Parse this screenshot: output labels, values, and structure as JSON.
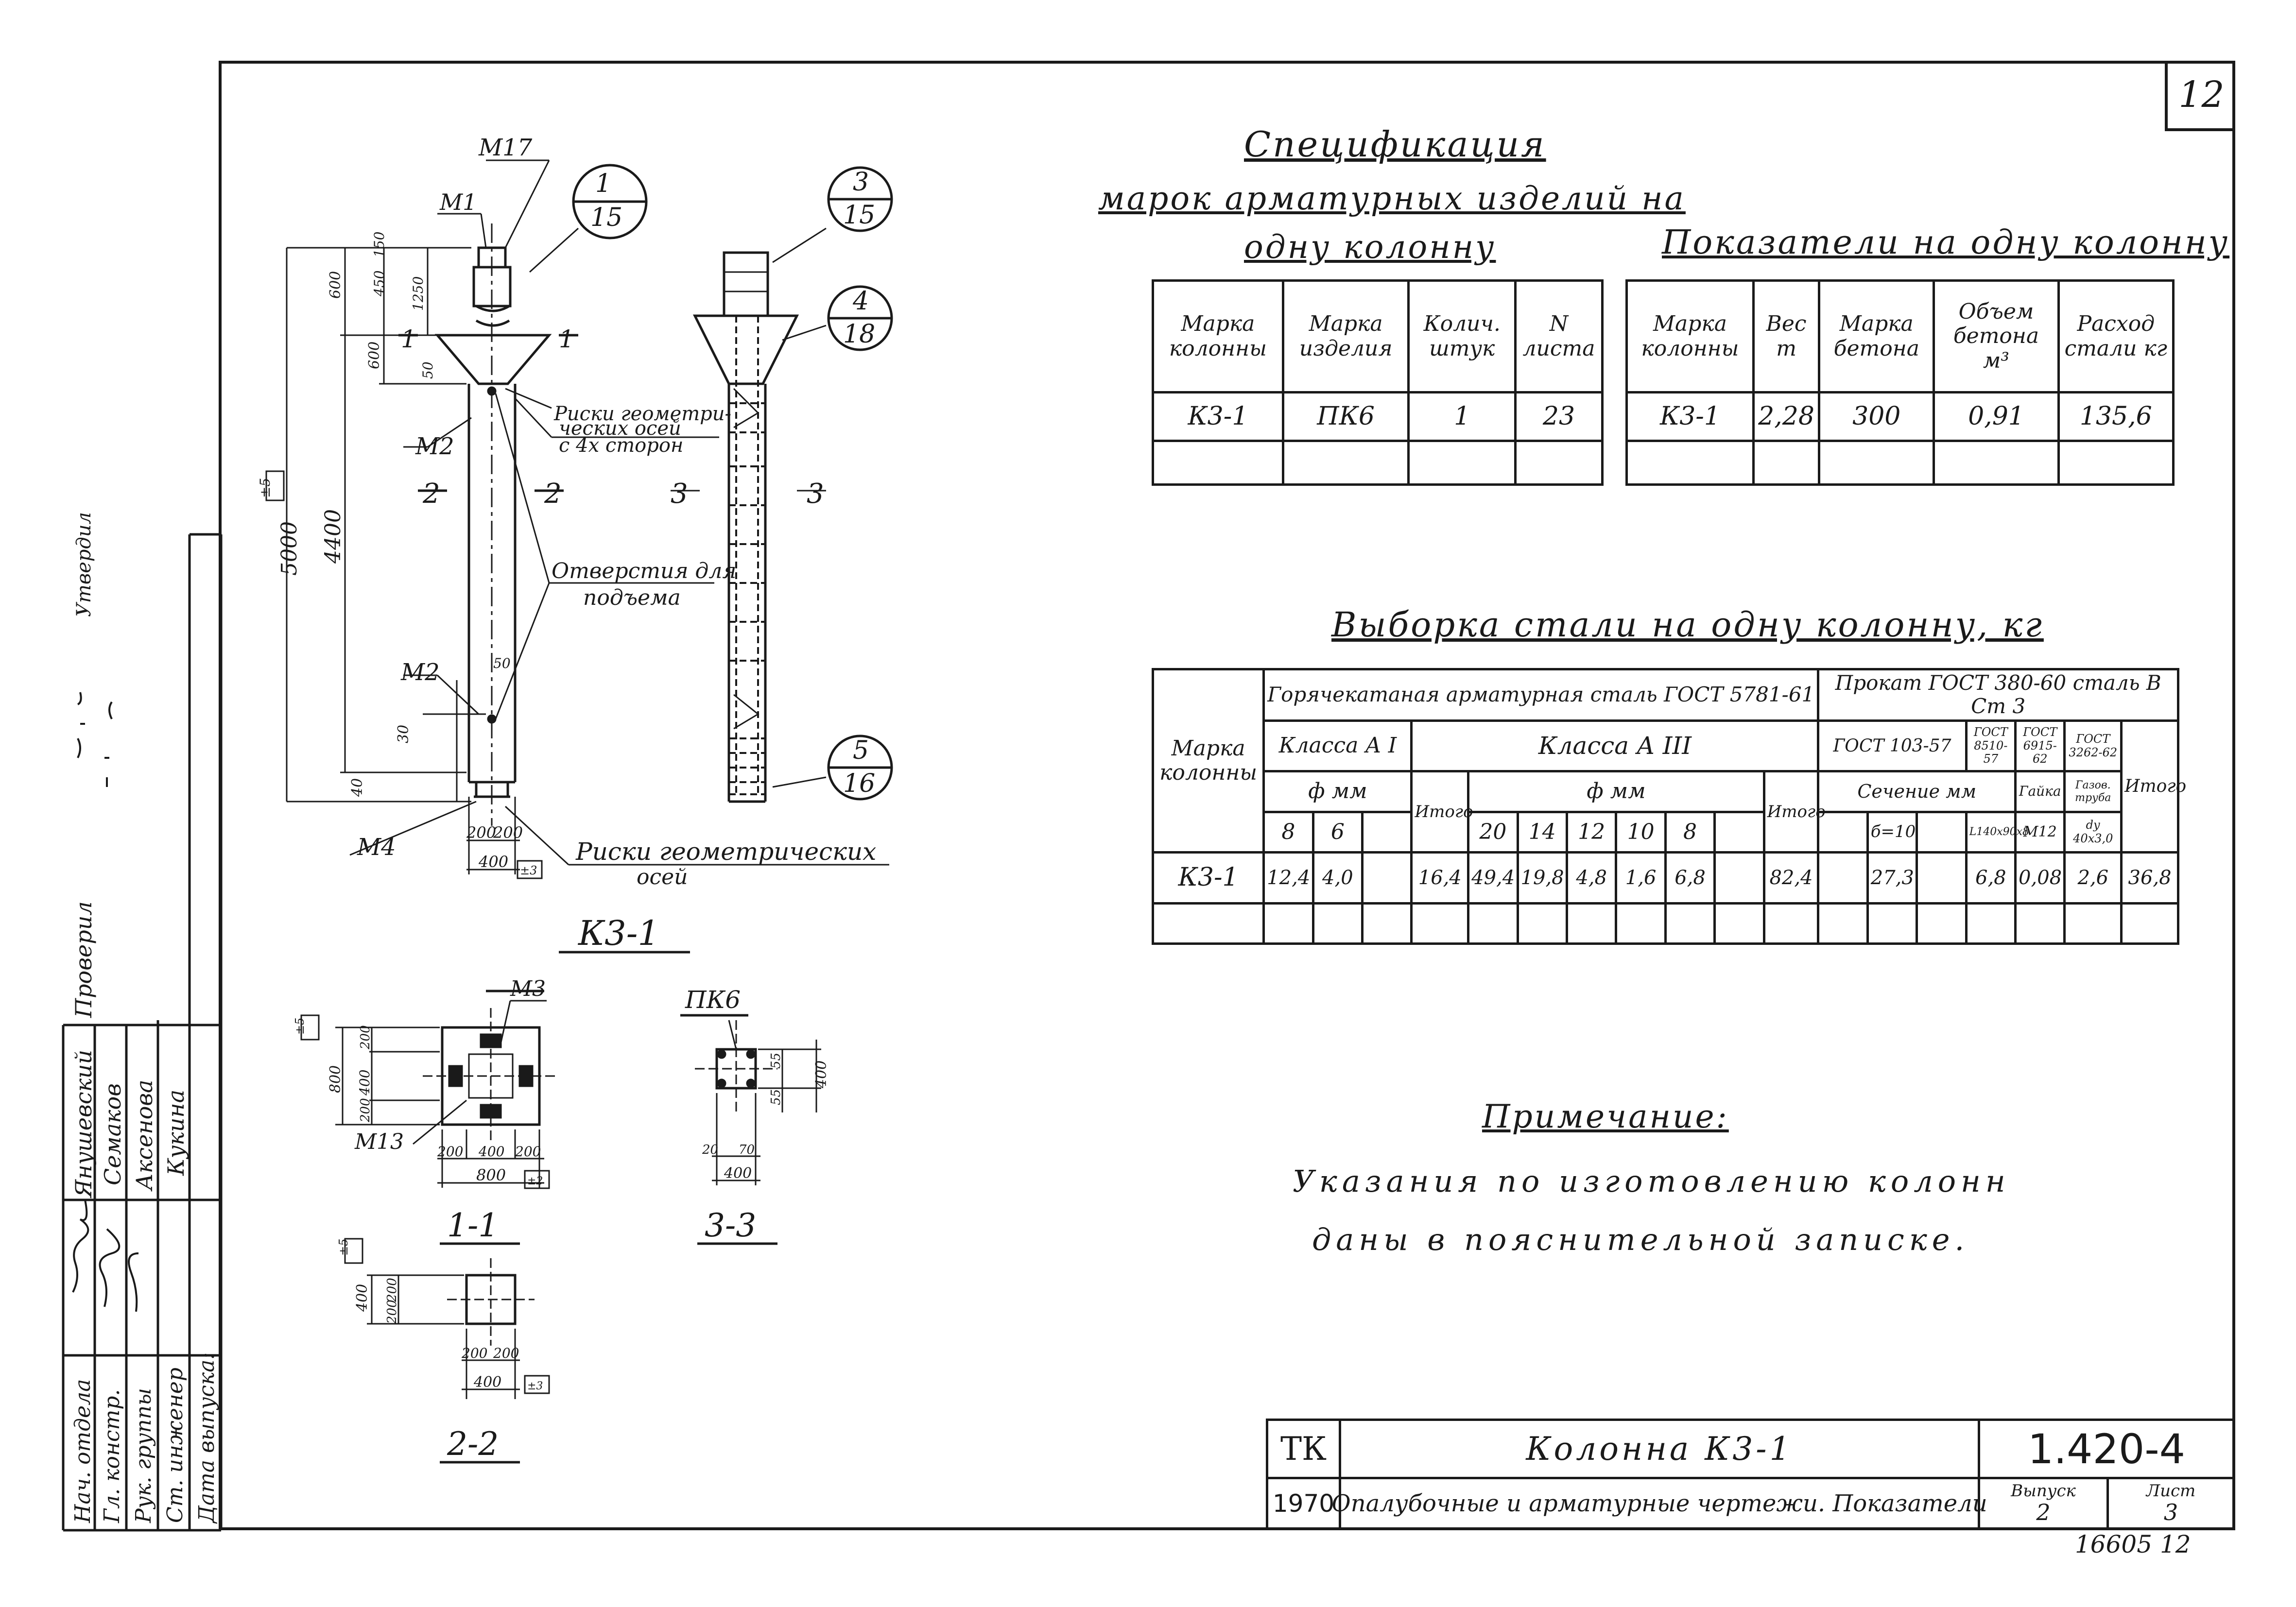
{
  "sheet_number": "12",
  "spec": {
    "title_line1": "Спецификация",
    "title_line2": "марок арматурных изделий на",
    "title_line3": "одну колонну",
    "headers": [
      "Марка колонны",
      "Марка изделия",
      "Колич. штук",
      "N листа"
    ],
    "rows": [
      [
        "К3-1",
        "ПК6",
        "1",
        "23"
      ]
    ]
  },
  "indicators": {
    "title": "Показатели на одну колонну",
    "headers": [
      "Марка колонны",
      "Вес т",
      "Марка бетона",
      "Объем бетона м³",
      "Расход стали кг"
    ],
    "rows": [
      [
        "К3-1",
        "2,28",
        "300",
        "0,91",
        "135,6"
      ]
    ]
  },
  "steel": {
    "title": "Выборка стали на одну колонну, кг",
    "group_hot_rolled": "Горячекатаная арматурная сталь ГОСТ 5781-61",
    "group_rolled": "Прокат ГОСТ 380-60 сталь В Ст 3",
    "col_mark": "Марка колонны",
    "class_a1": "Класса А I",
    "class_a3": "Класса А III",
    "gost_8103": "ГОСТ 103-57",
    "gost_8510": "ГОСТ 8510-57",
    "gost_6915": "ГОСТ 6915-62",
    "gost_3262": "ГОСТ 3262-62",
    "phi_mm": "ф мм",
    "total": "Итого",
    "section_mm": "Сечение мм",
    "nut": "Гайка",
    "pipe": "Газов. труба",
    "a1_diams": [
      "8",
      "6"
    ],
    "a3_diams": [
      "20",
      "14",
      "12",
      "10",
      "8"
    ],
    "sub_b10": "б=10",
    "sub_angle": "L140x90x8",
    "sub_m12": "М12",
    "sub_pipe": "dу 40х3,0",
    "row_mark": "К3-1",
    "row_values": [
      "12,4",
      "4,0",
      "",
      "16,4",
      "49,4",
      "19,8",
      "4,8",
      "1,6",
      "6,8",
      "",
      "82,4",
      "",
      "27,3",
      "",
      "6,8",
      "0,08",
      "2,6",
      "36,8"
    ]
  },
  "note": {
    "title": "Примечание:",
    "line1": "Указания по изготовлению колонн",
    "line2": "даны в пояснительной записке."
  },
  "drawing": {
    "column_label": "К3-1",
    "sec11": "1-1",
    "sec22": "2-2",
    "sec33": "3-3",
    "pk6": "ПК6",
    "m17": "М17",
    "m1": "М1",
    "m2a": "М2",
    "m2b": "М2",
    "m4": "М4",
    "m3": "М3",
    "m13": "М13",
    "c1_top": "1",
    "c1_bot": "15",
    "c3_top": "3",
    "c3_bot": "15",
    "c4_top": "4",
    "c4_bot": "18",
    "c5_top": "5",
    "c5_bot": "16",
    "risk1_a": "Риски геометри-",
    "risk1_b": "ческих осей",
    "risk1_c": "с 4х сторон",
    "holes_a": "Отверстия для",
    "holes_b": "подъема",
    "risk2_a": "Риски геометрических",
    "risk2_b": "осей",
    "dim_5000": "5000",
    "dim_4400": "4400",
    "dim_600a": "600",
    "dim_600b": "600",
    "dim_1250": "1250",
    "dim_450": "450",
    "dim_150": "150",
    "dim_50": "50",
    "dim_40": "40",
    "dim_30": "30",
    "dim_200a": "200",
    "dim_200b": "200",
    "dim_400": "400",
    "tol_5": "±5",
    "tol_3": "±3",
    "tol_2": "±2",
    "s11_800": "800",
    "s11_400": "400",
    "s11_200a": "200",
    "s11_200b": "200",
    "s33_55a": "55",
    "s33_55b": "55",
    "s33_400": "400",
    "s33_20": "20",
    "s33_70": "70",
    "cut_2": "2",
    "cut_3": "3",
    "cut_1": "1"
  },
  "title_block": {
    "tk": "ТК",
    "year": "1970",
    "name": "Колонна К3-1",
    "subtitle": "Опалубочные и арматурные чертежи. Показатели",
    "code": "1.420-4",
    "issue_label": "Выпуск",
    "issue": "2",
    "sheet_label": "Лист",
    "sheet": "3",
    "bottom_code": "16605 12"
  },
  "signatures": {
    "roles": [
      "Нач. отдела",
      "Гл. констр.",
      "Рук. группы",
      "Ст. инженер",
      "Дата выпуска:"
    ],
    "names": [
      "Янушевский",
      "Семаков",
      "Аксенова",
      "Кукина"
    ],
    "checked": "Проверил",
    "stamp": "Утвердил"
  }
}
